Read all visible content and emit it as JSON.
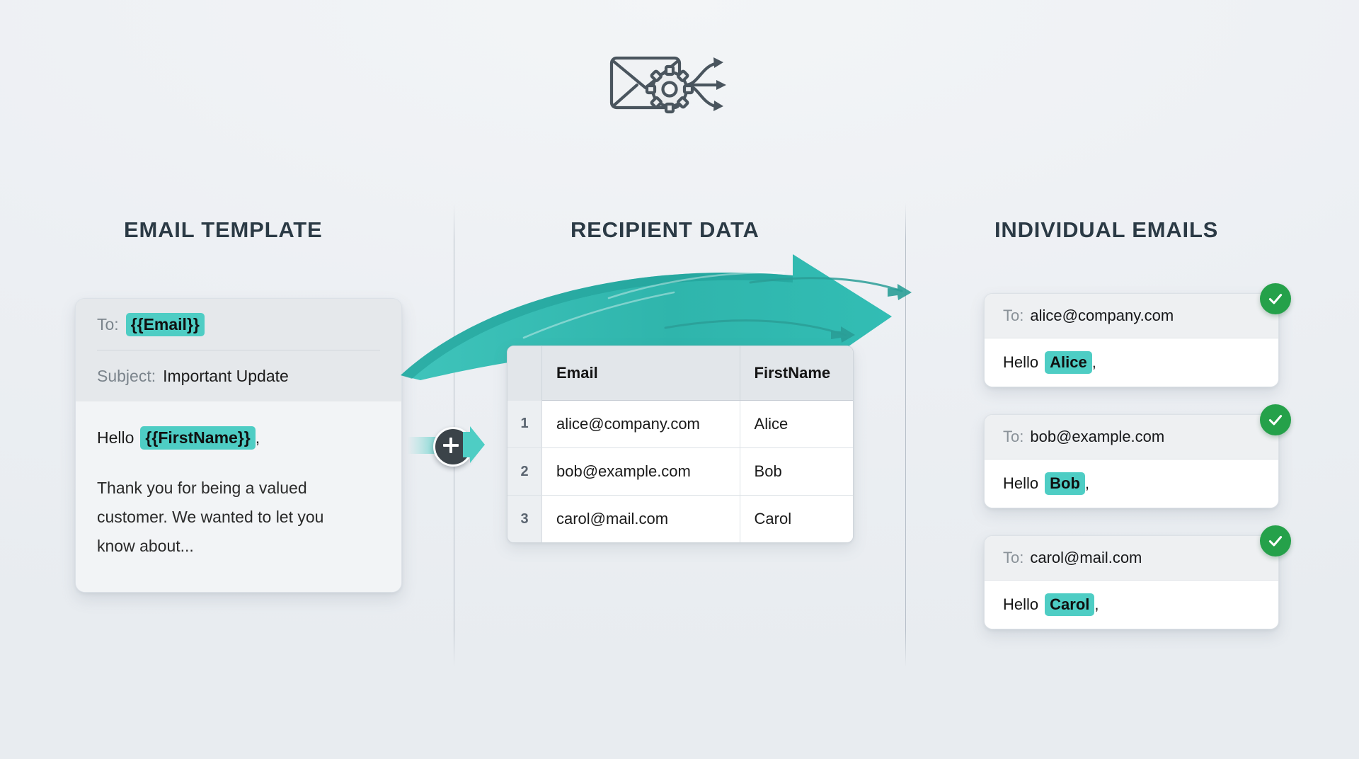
{
  "colors": {
    "background": "#eef1f4",
    "heading": "#2b3a45",
    "accent_teal": "#2eb6ae",
    "merge_tag_bg": "#4ecdc4",
    "check_green": "#25a14a",
    "plus_badge": "#3b4349"
  },
  "hero": {
    "icon": "envelope-gear-distribute-icon"
  },
  "columns": {
    "template_heading": "EMAIL TEMPLATE",
    "recipient_heading": "RECIPIENT DATA",
    "emails_heading": "INDIVIDUAL EMAILS"
  },
  "template": {
    "to_label": "To:",
    "to_value": "{{Email}}",
    "subject_label": "Subject:",
    "subject_value": "Important Update",
    "greeting_prefix": "Hello",
    "greeting_tag": "{{FirstName}}",
    "greeting_suffix": ",",
    "body_text": "Thank you for being a valued customer. We wanted to let you know about..."
  },
  "connector": {
    "badge_icon": "plus-icon",
    "arrow_icon": "arrow-right-icon"
  },
  "recipient_table": {
    "columns": [
      "Email",
      "FirstName"
    ],
    "rows": [
      {
        "index": "1",
        "email": "alice@company.com",
        "firstname": "Alice"
      },
      {
        "index": "2",
        "email": "bob@example.com",
        "firstname": "Bob"
      },
      {
        "index": "3",
        "email": "carol@mail.com",
        "firstname": "Carol"
      }
    ]
  },
  "flow_arrow": {
    "icon": "curved-arrow-right-icon"
  },
  "results": [
    {
      "to_label": "To:",
      "to_value": "alice@company.com",
      "greeting_prefix": "Hello",
      "greeting_name": "Alice",
      "greeting_suffix": ",",
      "status_icon": "check-circle-icon"
    },
    {
      "to_label": "To:",
      "to_value": "bob@example.com",
      "greeting_prefix": "Hello",
      "greeting_name": "Bob",
      "greeting_suffix": ",",
      "status_icon": "check-circle-icon"
    },
    {
      "to_label": "To:",
      "to_value": "carol@mail.com",
      "greeting_prefix": "Hello",
      "greeting_name": "Carol",
      "greeting_suffix": ",",
      "status_icon": "check-circle-icon"
    }
  ]
}
